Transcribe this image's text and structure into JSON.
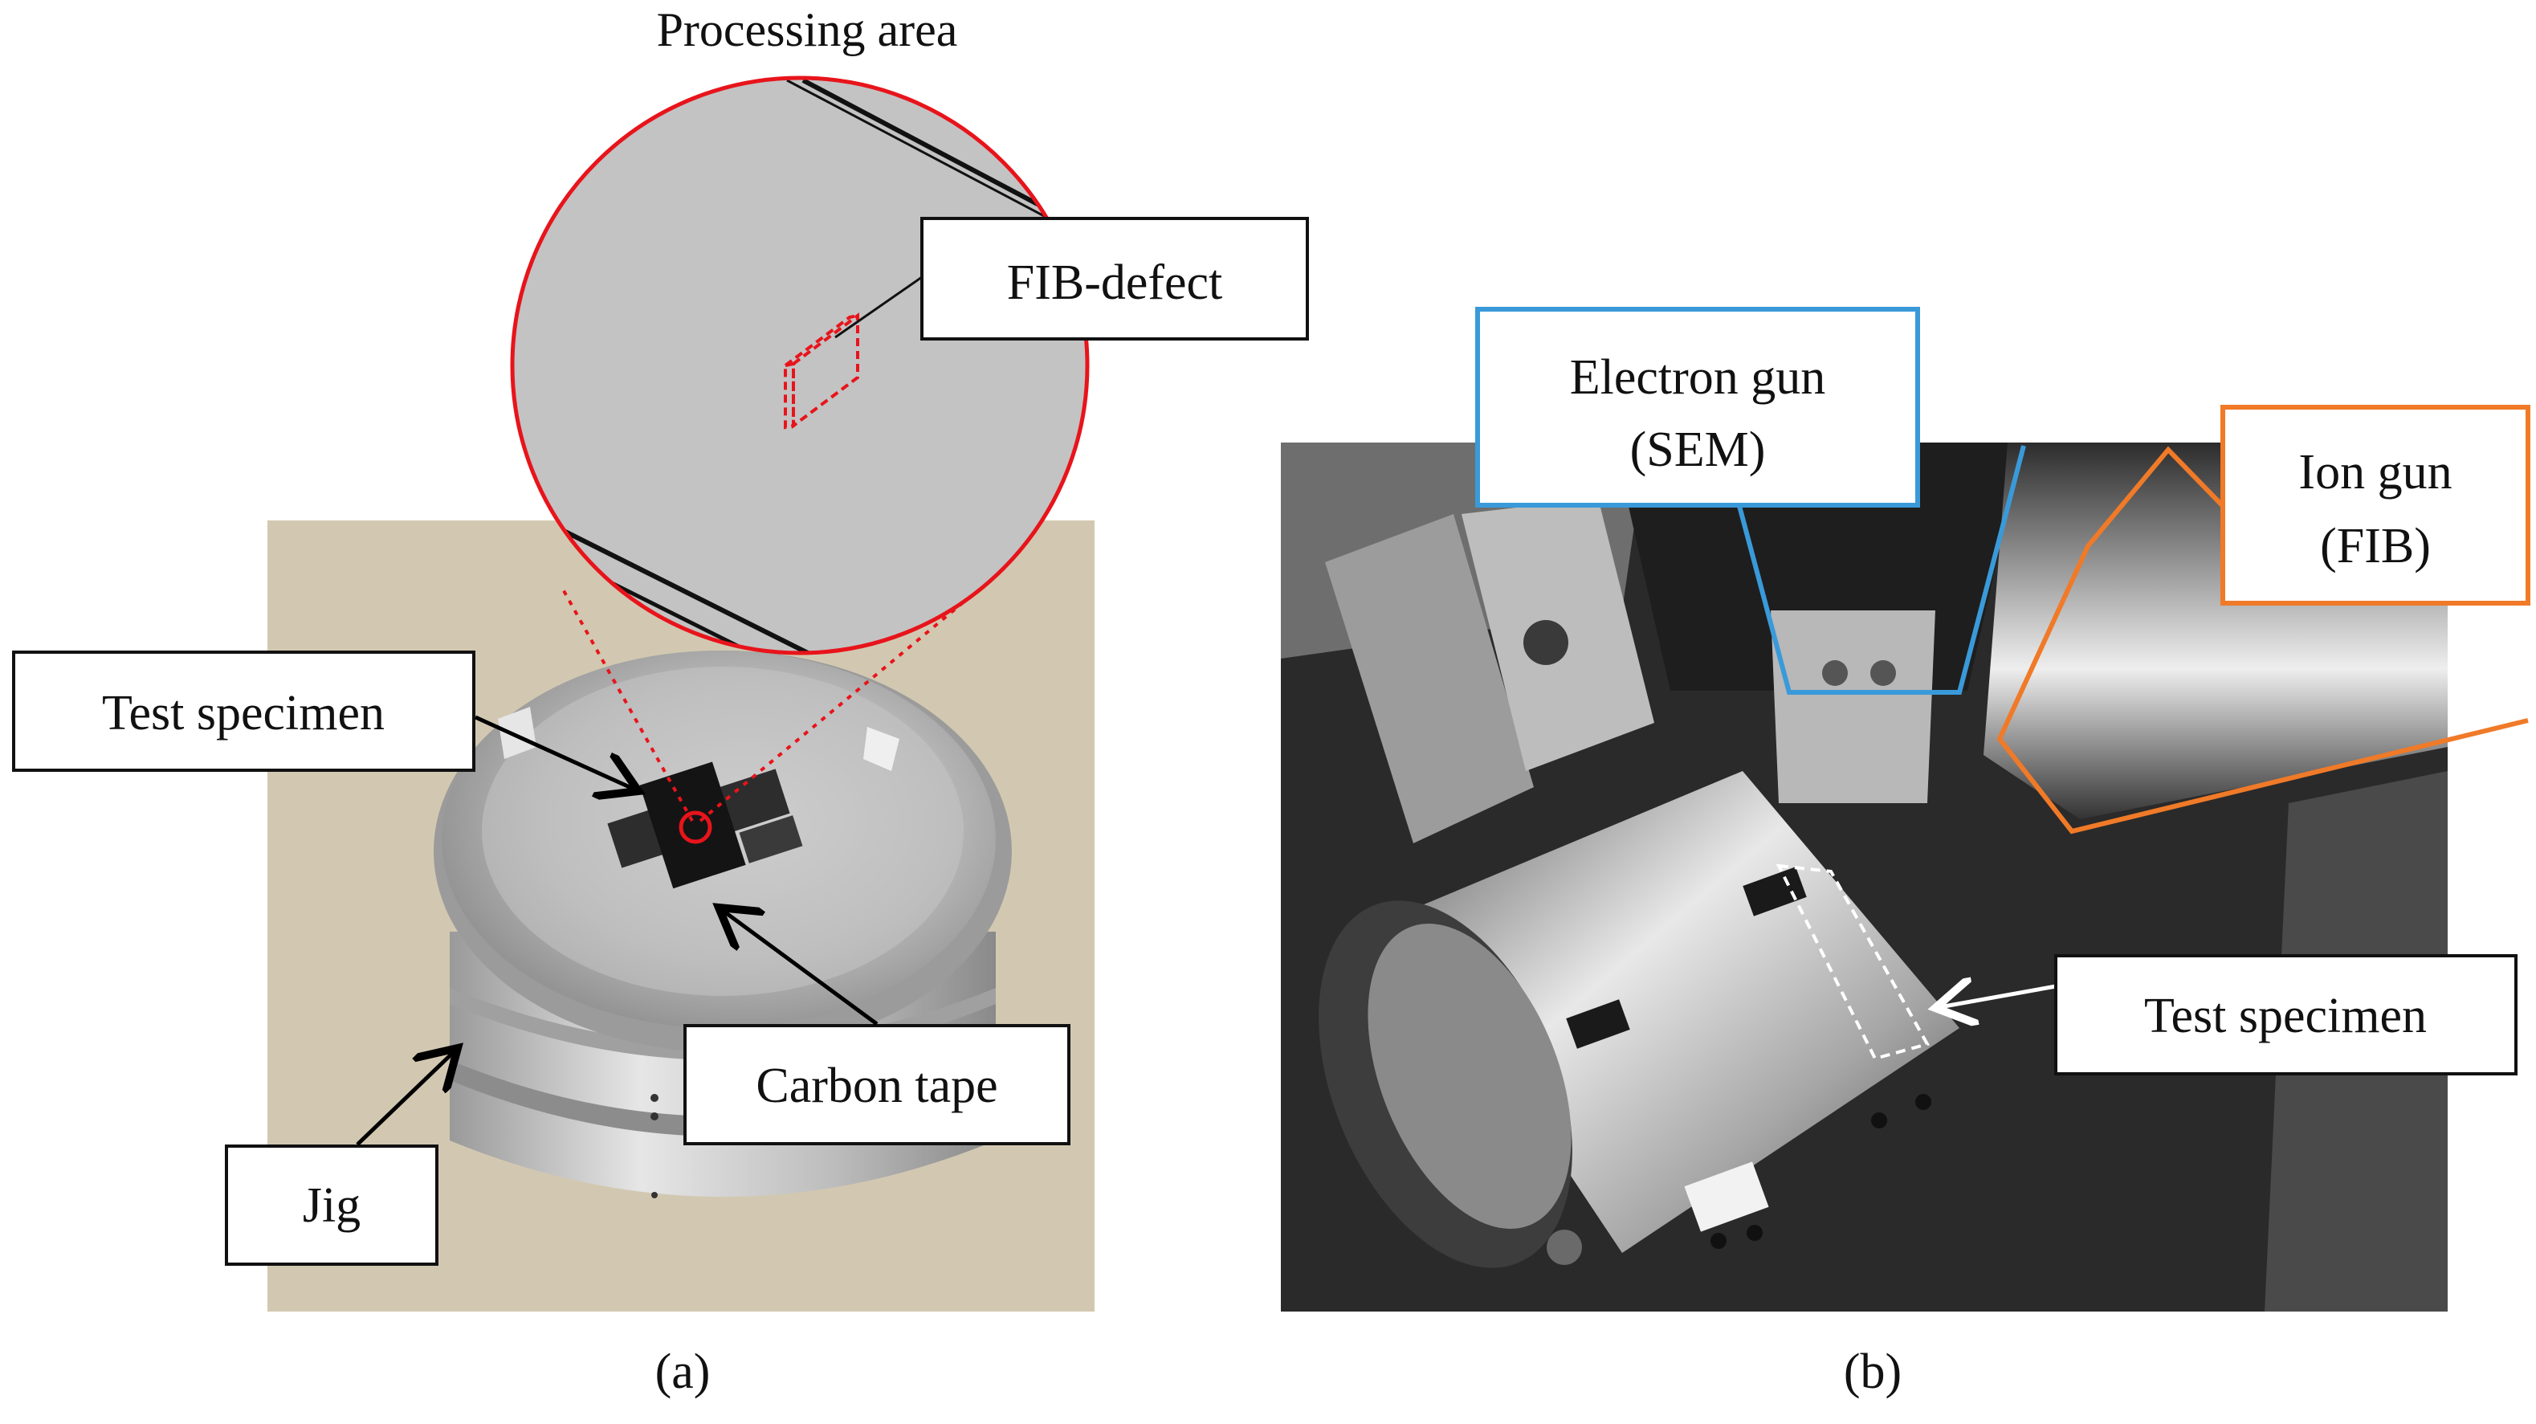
{
  "panel_a": {
    "caption": "(a)",
    "processing_area_title": "Processing area",
    "labels": {
      "fib_defect": "FIB-defect",
      "test_specimen": "Test specimen",
      "carbon_tape": "Carbon tape",
      "jig": "Jig"
    }
  },
  "panel_b": {
    "caption": "(b)",
    "labels": {
      "electron_gun_line1": "Electron gun",
      "electron_gun_line2": "(SEM)",
      "ion_gun_line1": "Ion gun",
      "ion_gun_line2": "(FIB)",
      "test_specimen": "Test specimen"
    }
  },
  "colors": {
    "highlight_red": "#e8141b",
    "electron_gun_box": "#3a9ad9",
    "ion_gun_box": "#f07a28",
    "zoom_fill": "#c3c3c3"
  }
}
